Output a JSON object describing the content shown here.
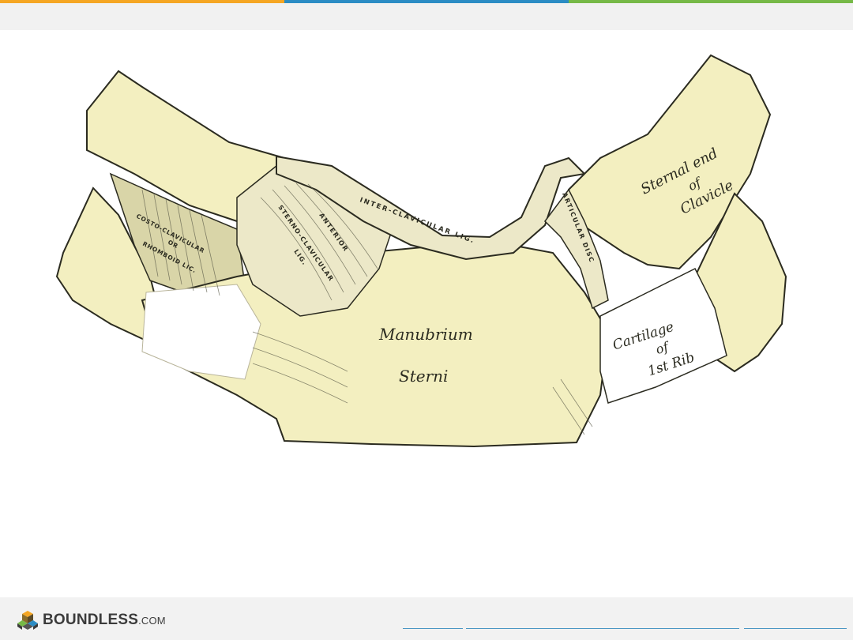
{
  "colors": {
    "bar_orange": "#f5a623",
    "bar_blue": "#2b8cc4",
    "bar_green": "#76b947",
    "bone": "#f3efc0",
    "cartilage": "#ffffff",
    "ink": "#2b2b20"
  },
  "labels": {
    "sternal_end": "Sternal end",
    "of": "of",
    "clavicle": "Clavicle",
    "manubrium": "Manubrium",
    "sterni": "Sterni",
    "cartilage": "Cartilage",
    "of2": "of",
    "first_rib": "1st Rib",
    "interclavicular": "INTER-CLAVICULAR LIG.",
    "articular_disc": "ARTICULAR DISC",
    "anterior": "ANTERIOR",
    "sternoclavicular": "STERNO-CLAVICULAR",
    "lig": "LIG.",
    "costo_clavicular": "COSTO-CLAVICULAR",
    "or": "OR",
    "rhomboid": "RHOMBOID LIC."
  },
  "footer": {
    "brand": "BOUNDLESS",
    "brand_suffix": ".COM"
  },
  "icons": {
    "logo": "boundless-cube-icon"
  }
}
